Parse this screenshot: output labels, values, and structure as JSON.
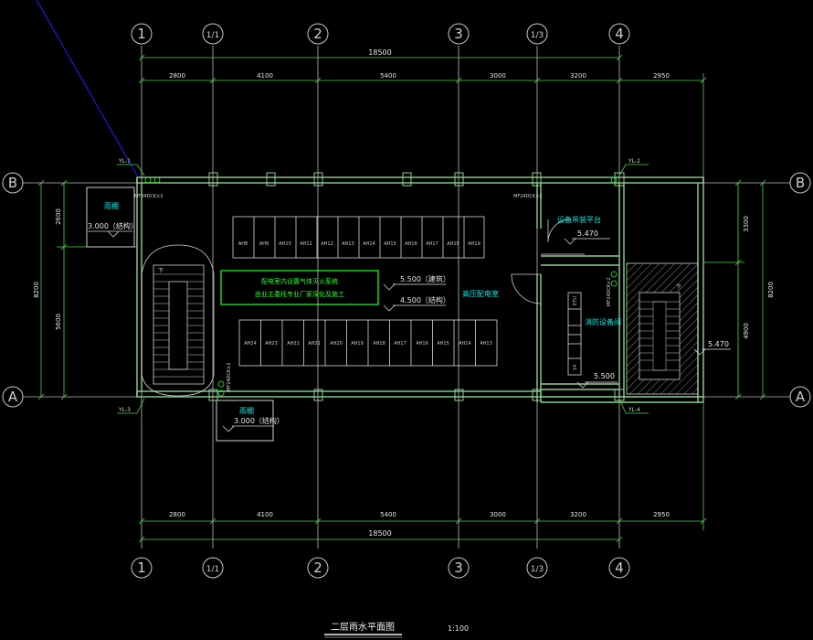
{
  "axes": {
    "vertical": [
      "1",
      "1/1",
      "2",
      "3",
      "1/3",
      "4"
    ],
    "horizontal": [
      "B",
      "A"
    ]
  },
  "dimensions": {
    "overall": "18500",
    "segments": [
      "2800",
      "4100",
      "5400",
      "3000",
      "3200",
      "2950"
    ],
    "left_side": [
      "2600",
      "5600"
    ],
    "left_total": "8200",
    "right_side": [
      "3300",
      "4900"
    ],
    "right_total": "8200"
  },
  "downpipes": [
    "YL-1",
    "YL-2",
    "YL-3",
    "YL-4"
  ],
  "pipe_tags": [
    "MF24DCK×2",
    "MF24DCK×2",
    "MF24DCK×2",
    "MF24DCK×2"
  ],
  "rooms": {
    "canopy_top": "雨棚",
    "canopy_top_level": "3.000（结构）",
    "canopy_bottom": "雨棚",
    "canopy_bottom_level": "3.000（结构）",
    "equipment_platform": "设备吊装平台",
    "equipment_platform_level": "5.470",
    "hv_room": "高压配电室",
    "fire_room": "消防设备间",
    "stair_right_level": "5.470",
    "fire_room_level": "5.500",
    "stair_mark": "下"
  },
  "note": {
    "line1": "配电室内设置气体灭火系统",
    "line2": "由业主委托专业厂家深化及施工"
  },
  "levels": {
    "level1": "5.500（建筑）",
    "level2": "4.500（结构）"
  },
  "cabinets_top": [
    "AH8",
    "AH9",
    "AH10",
    "AH11",
    "AH12",
    "AH13",
    "AH14",
    "AH15",
    "AH16",
    "AH17",
    "AH18",
    "AH19"
  ],
  "cabinets_bottom": [
    "AH24",
    "AH23",
    "AH22",
    "AH21",
    "AH20",
    "AH19",
    "AH18",
    "AH17",
    "AH16",
    "AH15",
    "AH14",
    "AH13"
  ],
  "fire_equipment": [
    "ETU",
    "",
    "",
    "",
    "",
    "14"
  ],
  "drawing_title": "二层雨水平面图",
  "scale": "1:100",
  "colors": {
    "background": "#000000",
    "wall": "#8fd08f",
    "axis": "#c8c8c8",
    "dimension": "#4fd44f",
    "cyan_text": "#19e6e6",
    "note_box": "#2cff2c",
    "leader": "#1a1aff"
  }
}
